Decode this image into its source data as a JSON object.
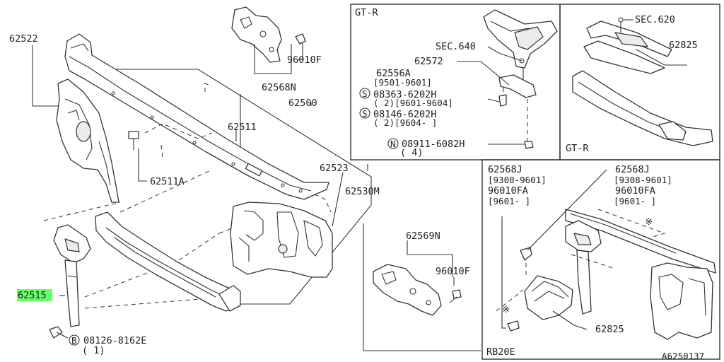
{
  "diagram": {
    "part_numbers": {
      "p62522": "62522",
      "p62568N_top": "62568N",
      "p96010F_top": "96010F",
      "p62500": "62500",
      "p62511": "62511",
      "p62511A": "62511A",
      "p62523": "62523",
      "p62530M": "62530M",
      "p62515": "62515",
      "p62569N": "62569N",
      "p96010F_bottom": "96010F",
      "p62825_rb": "62825"
    },
    "bolt_callout": {
      "letter": "B",
      "code": "08126-8162E",
      "qty": "( 1)"
    },
    "gtr_left": {
      "title": "GT-R",
      "sec640": "SEC.640",
      "p62572": "62572",
      "p62556A": "62556A",
      "range1": "[9501-9601]",
      "s1_letter": "S",
      "s1_code": "08363-6202H",
      "s1_range": "( 2)[9601-9604]",
      "s2_letter": "S",
      "s2_code": "08146-6202H",
      "s2_range": "( 2)[9604-    ]",
      "n_letter": "N",
      "n_code": "08911-6082H",
      "n_qty": "( 4)"
    },
    "gtr_right": {
      "title": "GT-R",
      "sec620": "SEC.620",
      "p62825": "62825"
    },
    "rb20e": {
      "title": "RB20E",
      "left_part": "62568J",
      "left_range1": "[9308-9601]",
      "left_part2": "96010FA",
      "left_range2": "[9601-    ]",
      "right_part": "62568J",
      "right_range1": "[9308-9601]",
      "right_part2": "96010FA",
      "right_range2": "[9601-    ]",
      "mark": "※"
    },
    "diagram_id": "A6250137"
  }
}
